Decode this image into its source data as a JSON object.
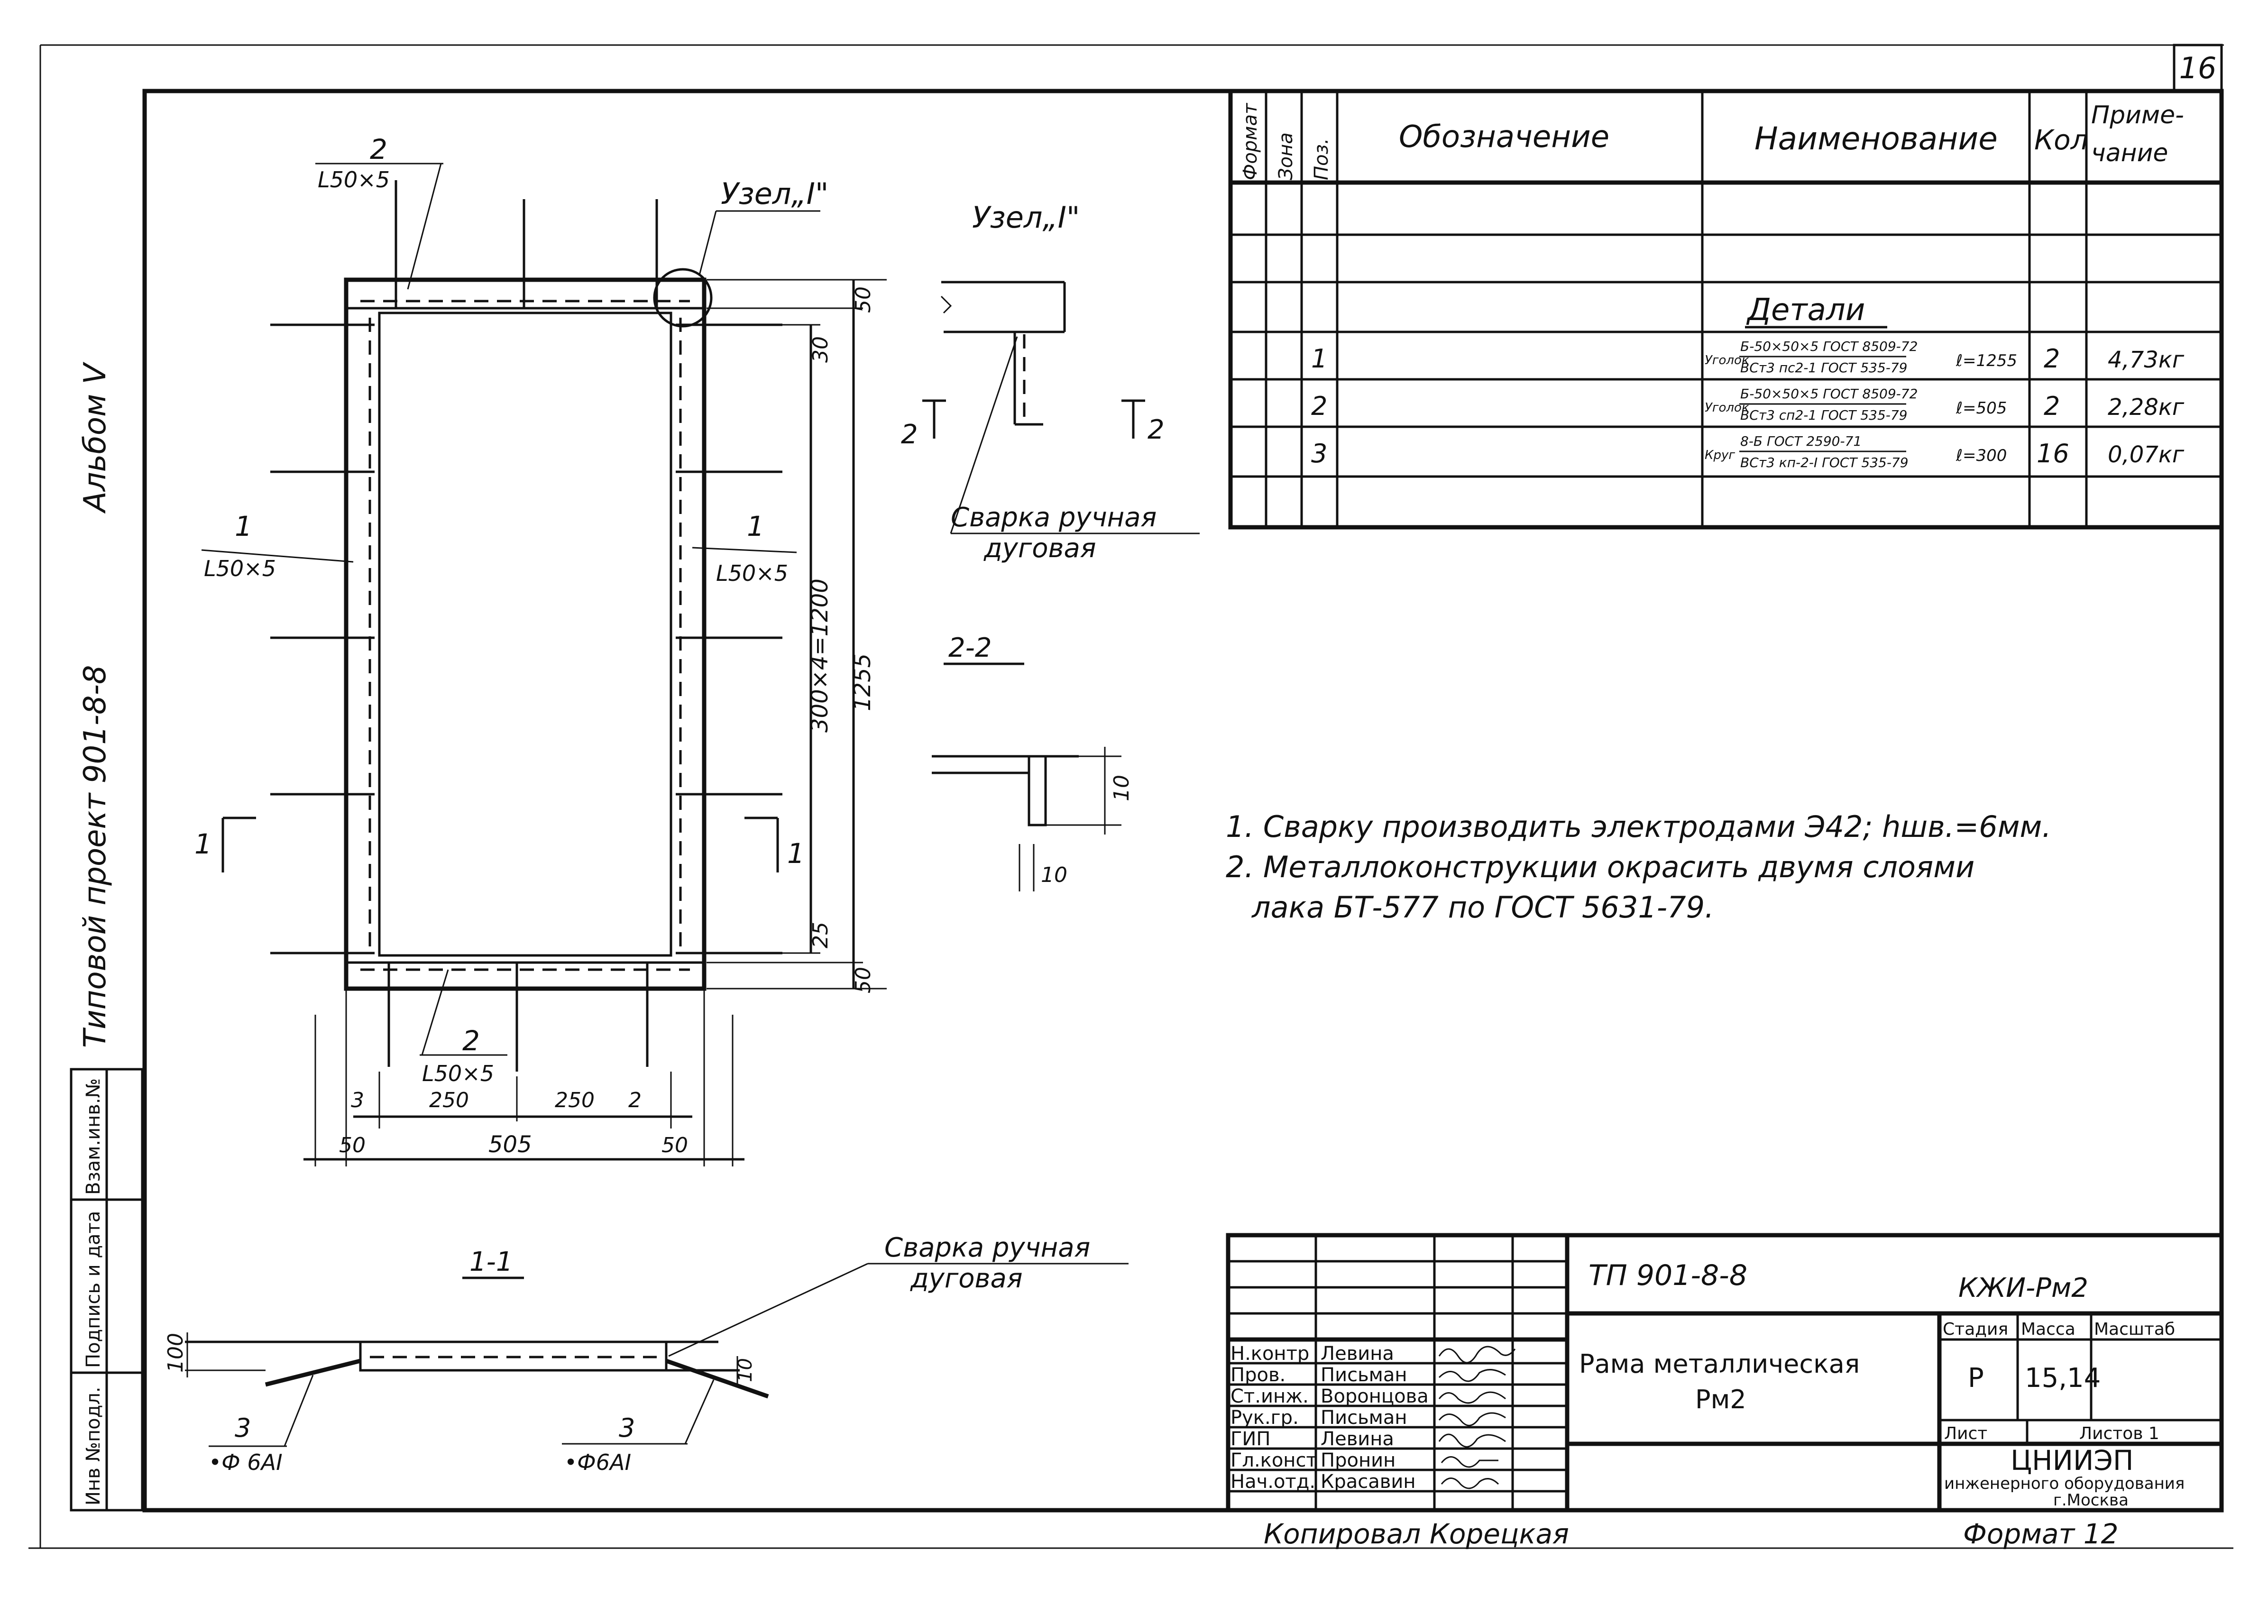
{
  "sheet": {
    "number": "16",
    "side_label": "Типовой проект 901-8-8",
    "album": "Альбом V",
    "side_stamp": [
      "Инв №подл.",
      "Подпись и дата",
      "Взам.инв.№"
    ],
    "copied_by": "Копировал Корецкая",
    "format": "Формат 12"
  },
  "drawing": {
    "node_callout": "Узел„I\"",
    "labels": {
      "pos2_top": "2",
      "pos2_top_profile": "L50×5",
      "pos1_left": "1",
      "pos1_left_profile": "L50×5",
      "pos1_right": "1",
      "pos1_right_profile": "L50×5",
      "pos2_bottom": "2",
      "pos2_bottom_profile": "L50×5",
      "cut_1_left": "1",
      "cut_1_right": "1"
    },
    "dimensions": {
      "top_offset": "50",
      "top_inner": "30",
      "pitch": "300×4=1200",
      "height": "1255",
      "bottom_inner": "25",
      "bottom_offset": "50",
      "left_edge": "3",
      "span_left": "250",
      "span_right": "250",
      "right_edge": "2",
      "left_overhang": "50",
      "width": "505",
      "right_overhang": "50"
    }
  },
  "node_detail": {
    "title": "Узел„I\"",
    "mark_left": "2",
    "mark_right": "2",
    "weld_note": "Сварка ручная дуговая"
  },
  "section_22": {
    "title": "2-2",
    "dim_vertical": "10",
    "dim_horizontal": "10"
  },
  "section_11": {
    "title": "1-1",
    "weld_note": "Сварка ручная дуговая",
    "dim_height": "100",
    "dim_small": "10",
    "pos_left": "3",
    "rod_left": "•Ф 6АI",
    "pos_right": "3",
    "rod_right": "•Ф6АI"
  },
  "notes": [
    "1. Сварку производить электродами Э42; hшв.=6мм.",
    "2. Металлоконструкции окрасить двумя слоями",
    "лака БТ-577 по ГОСТ 5631-79."
  ],
  "spec_table": {
    "headers": [
      "Формат",
      "Зона",
      "Поз.",
      "Обозначение",
      "Наименование",
      "Кол",
      "Приме-чание"
    ],
    "group_title": "Детали",
    "rows": [
      {
        "pos": "1",
        "name_prefix": "Уголок",
        "name_top": "Б-50×50×5 ГОСТ 8509-72",
        "name_bottom": "ВСт3 пс2-1 ГОСТ 535-79",
        "length": "ℓ=1255",
        "qty": "2",
        "note": "4,73кг"
      },
      {
        "pos": "2",
        "name_prefix": "Уголок",
        "name_top": "Б-50×50×5 ГОСТ 8509-72",
        "name_bottom": "ВСт3 сп2-1 ГОСТ 535-79",
        "length": "ℓ=505",
        "qty": "2",
        "note": "2,28кг"
      },
      {
        "pos": "3",
        "name_prefix": "Круг",
        "name_top": "8-Б ГОСТ 2590-71",
        "name_bottom": "ВСт3 кп-2-I ГОСТ 535-79",
        "length": "ℓ=300",
        "qty": "16",
        "note": "0,07кг"
      }
    ]
  },
  "title_block": {
    "project": "ТП 901-8-8",
    "code": "КЖИ-Рм2",
    "name_line1": "Рама металлическая",
    "name_line2": "Рм2",
    "stage_label": "Стадия",
    "mass_label": "Масса",
    "scale_label": "Масштаб",
    "stage": "Р",
    "mass": "15,14",
    "sheet_label": "Лист",
    "sheets_label": "Листов 1",
    "org_line1": "ЦНИИЭП",
    "org_line2": "инженерного оборудования",
    "org_line3": "г.Москва",
    "signatures": [
      {
        "role": "Н.контр",
        "name": "Левина"
      },
      {
        "role": "Пров.",
        "name": "Письман"
      },
      {
        "role": "Ст.инж.",
        "name": "Воронцова"
      },
      {
        "role": "Рук.гр.",
        "name": "Письман"
      },
      {
        "role": "ГИП",
        "name": "Левина"
      },
      {
        "role": "Гл.конст",
        "name": "Пронин"
      },
      {
        "role": "Нач.отд.",
        "name": "Красавин"
      }
    ]
  }
}
